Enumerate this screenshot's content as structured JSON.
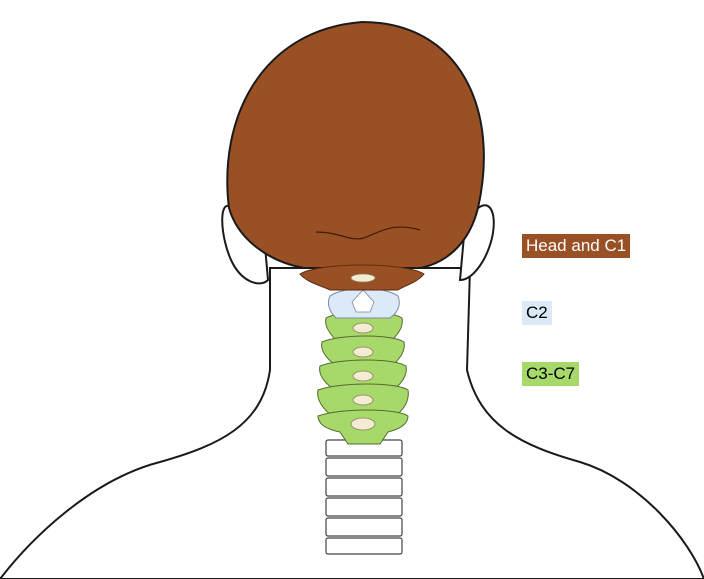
{
  "legend": [
    {
      "label": "Head and C1",
      "color": "#9a5025",
      "text_color": "#ffffff"
    },
    {
      "label": "C2",
      "color": "#dce9f7",
      "text_color": "#000000"
    },
    {
      "label": "C3-C7",
      "color": "#a6d96a",
      "text_color": "#000000"
    }
  ],
  "colors": {
    "outline": "#1a1a1a",
    "skin": "#ffffff",
    "bone_light": "#f4ecd2",
    "lower_spine": "#ffffff"
  }
}
